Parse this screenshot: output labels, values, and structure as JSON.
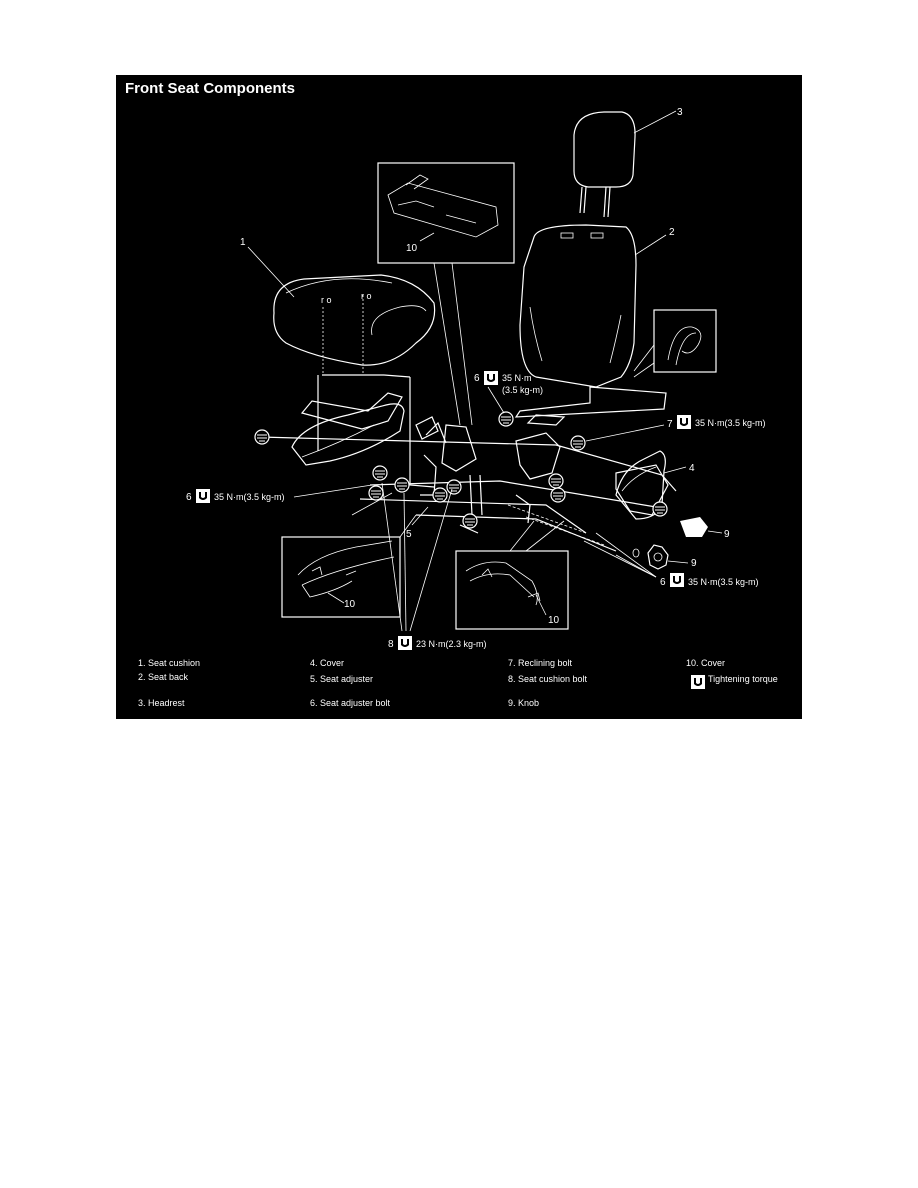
{
  "title": "Front Seat Components",
  "callouts": {
    "c1": "1",
    "c2": "2",
    "c3": "3",
    "c4": "4",
    "c5": "5",
    "c6a": "6",
    "c6b": "6",
    "c6c": "6",
    "c7": "7",
    "c8": "8",
    "c9a": "9",
    "c9b": "9",
    "c10a": "10",
    "c10b": "10",
    "c10c": "10"
  },
  "torques": {
    "t6_top_line1": "35 N·m",
    "t6_top_line2": "(3.5 kg-m)",
    "t7": "35 N·m(3.5 kg-m)",
    "t6_left": "35 N·m(3.5 kg-m)",
    "t6_right": "35 N·m(3.5 kg-m)",
    "t8": "23 N·m(2.3 kg-m)"
  },
  "legend": {
    "item1": "1.   Seat cushion",
    "item2": "2.   Seat back",
    "item3": "3.   Headrest",
    "item4": "4.   Cover",
    "item5": "5.   Seat adjuster",
    "item6": "6.   Seat adjuster bolt",
    "item7": "7.   Reclining bolt",
    "item8": "8.   Seat cushion bolt",
    "item9": "9.   Knob",
    "item10": "10.   Cover",
    "torque_symbol": "Tightening torque"
  },
  "colors": {
    "panel_bg": "#000000",
    "ink": "#ffffff",
    "page_bg": "#ffffff"
  },
  "icons": [
    "torque-wrench-icon",
    "bolt-icon"
  ]
}
